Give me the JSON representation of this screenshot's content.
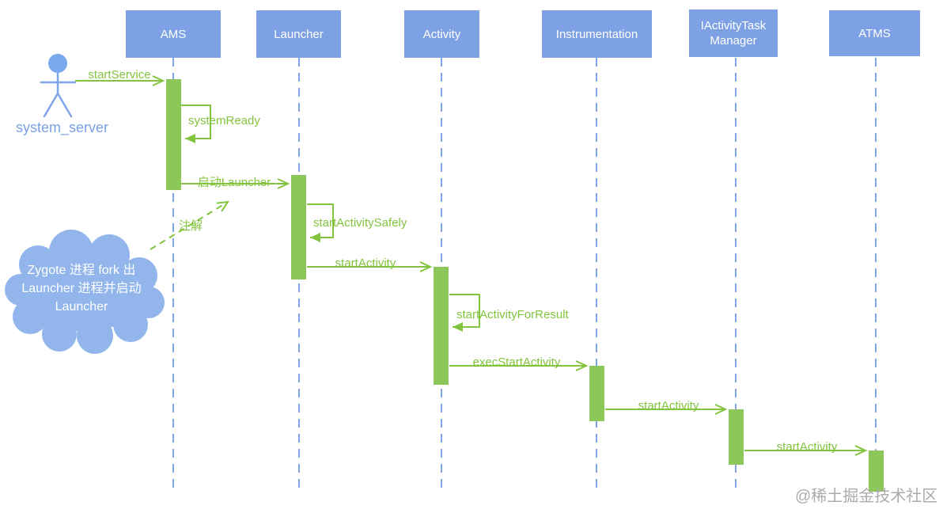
{
  "diagram": {
    "type": "uml-sequence",
    "actor": {
      "label": "system_server"
    },
    "participants": [
      {
        "label": "AMS"
      },
      {
        "label": "Launcher"
      },
      {
        "label": "Activity"
      },
      {
        "label": "Instrumentation"
      },
      {
        "label": "IActivityTask Manager"
      },
      {
        "label": "ATMS"
      }
    ],
    "messages": [
      {
        "label": "startService",
        "from": "system_server",
        "to": "AMS",
        "type": "call"
      },
      {
        "label": "systemReady",
        "from": "AMS",
        "to": "AMS",
        "type": "self"
      },
      {
        "label": "启动Launcher",
        "from": "AMS",
        "to": "Launcher",
        "type": "call"
      },
      {
        "label": "startActivitySafely",
        "from": "Launcher",
        "to": "Launcher",
        "type": "self"
      },
      {
        "label": "startActivity",
        "from": "Launcher",
        "to": "Activity",
        "type": "call"
      },
      {
        "label": "startActivityForResult",
        "from": "Activity",
        "to": "Activity",
        "type": "self"
      },
      {
        "label": "execStartActivity",
        "from": "Activity",
        "to": "Instrumentation",
        "type": "call"
      },
      {
        "label": "startActivity",
        "from": "Instrumentation",
        "to": "IActivityTask Manager",
        "type": "call"
      },
      {
        "label": "startActivity",
        "from": "IActivityTask Manager",
        "to": "ATMS",
        "type": "call"
      }
    ],
    "note": {
      "label": "注解",
      "lines": [
        "Zygote 进程 fork 出",
        "Launcher 进程并启动",
        "Launcher"
      ]
    },
    "watermark": "@稀土掘金技术社区"
  },
  "colors": {
    "participant_fill": "#7DA1E4",
    "participant_text": "#ffffff",
    "lifeline": "#7FA6E8",
    "activation_fill": "#8CC75A",
    "message_green": "#82C43E",
    "actor_blue": "#7AA0E8",
    "cloud_fill": "#92B6EC",
    "cloud_text": "#ffffff",
    "watermark_gray": "#ABABAB"
  }
}
